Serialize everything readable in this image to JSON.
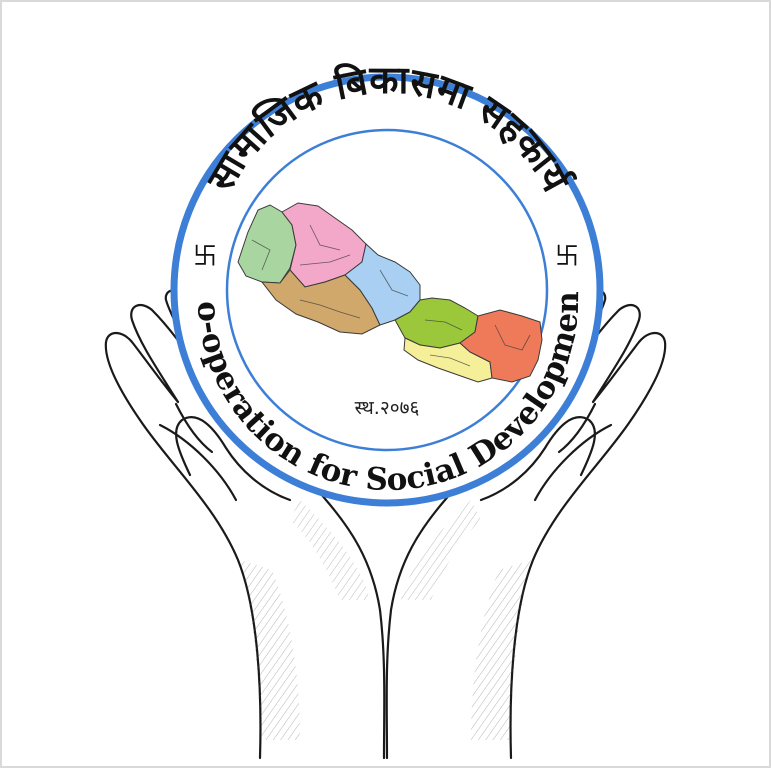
{
  "logo": {
    "title_nepali": "सामाजिक बिकासमा सहकार्य",
    "title_english": "Co-operation for Social Development",
    "established": "स्थ.२०७६",
    "symbol_left": "卐",
    "symbol_right": "卐"
  },
  "colors": {
    "ring_blue": "#3d7fd6",
    "region_green": "#a9d6a0",
    "region_pink": "#f3a7c9",
    "region_tan": "#d1a86c",
    "region_lightblue": "#a9d0f2",
    "region_lime": "#9bc73a",
    "region_yellow": "#f6ef9a",
    "region_red": "#ee7a5a",
    "line": "#1a1a1a"
  },
  "icons": {
    "hands": "cupped-hands-icon",
    "map": "nepal-map-icon"
  }
}
